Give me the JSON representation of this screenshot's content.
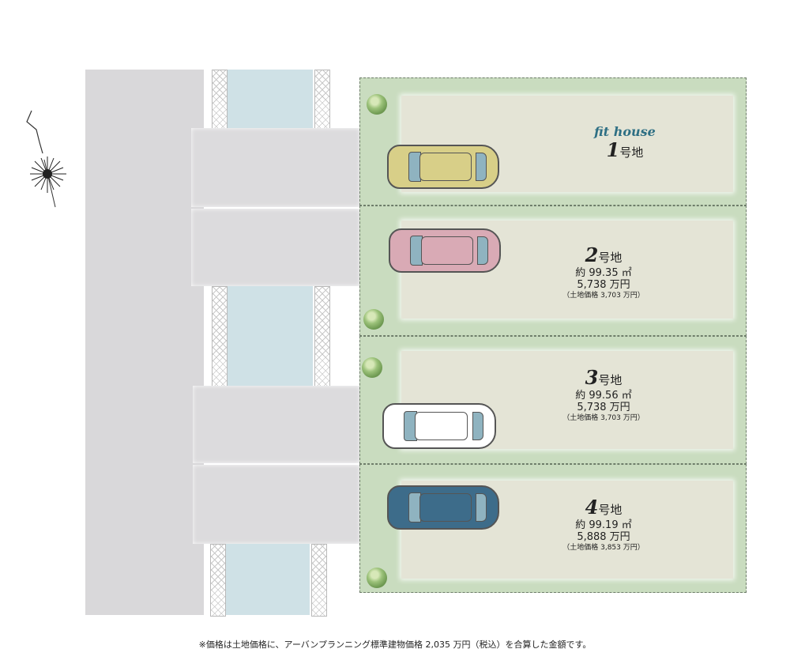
{
  "brand": "fit house",
  "lots": [
    {
      "num": "1",
      "suffix": "号地",
      "area": "",
      "price": "",
      "land": "",
      "car_color": "#d8cf88"
    },
    {
      "num": "2",
      "suffix": "号地",
      "area": "約 99.35 ㎡",
      "price": "5,738 万円",
      "land": "（土地価格 3,703 万円）",
      "car_color": "#d9aab5"
    },
    {
      "num": "3",
      "suffix": "号地",
      "area": "約 99.56 ㎡",
      "price": "5,738 万円",
      "land": "（土地価格 3,703 万円）",
      "car_color": "#ffffff"
    },
    {
      "num": "4",
      "suffix": "号地",
      "area": "約 99.19 ㎡",
      "price": "5,888 万円",
      "land": "（土地価格 3,853 万円）",
      "car_color": "#3d6c8a"
    }
  ],
  "footnote": "※価格は土地価格に、アーバンプランニング標準建物価格 2,035 万円（税込）を合算した金額です。",
  "colors": {
    "road": "#d9d8da",
    "canal": "#cfe1e6",
    "plot": "#c9dcbf",
    "inner": "#e4e4d6",
    "brand": "#2e6f84"
  },
  "icons": {
    "compass": "north-arrow-icon",
    "tree": "tree-icon",
    "car": "car-icon"
  }
}
